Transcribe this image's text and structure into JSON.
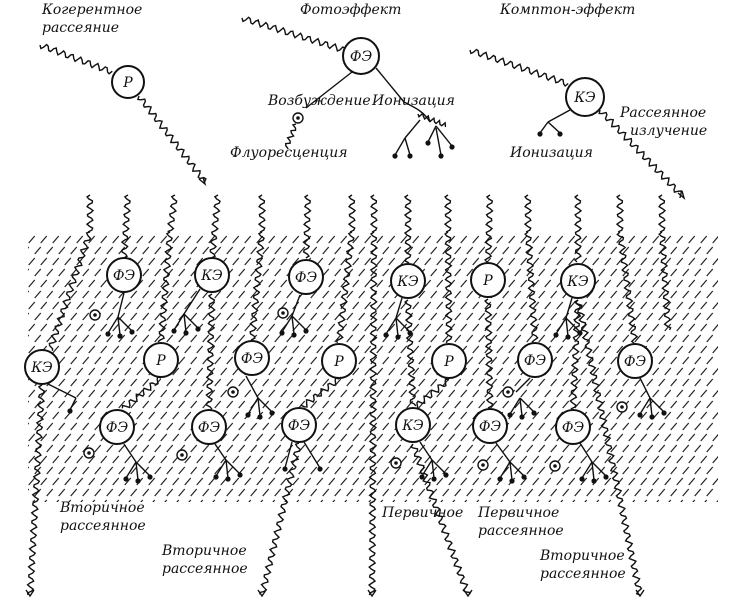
{
  "labels": {
    "coherent": [
      "Когерентное",
      "рассеяние"
    ],
    "photo_title": "Фотоэффект",
    "compton_title": "Комптон-эффект",
    "excitation": "Возбуждение",
    "ionization_1": "Ионизация",
    "fluorescence": "Флуоресценция",
    "ionization_2": "Ионизация",
    "scattered": [
      "Рассеянное",
      "излучение"
    ],
    "secondary_1": [
      "Вторичное",
      "рассеянное"
    ],
    "secondary_2": [
      "Вторичное",
      "рассеянное"
    ],
    "primary": "Первичное",
    "primary_scattered": [
      "Первичное",
      "рассеянное"
    ],
    "secondary_3": [
      "Вторичное",
      "рассеянное"
    ]
  },
  "node_types": {
    "P": "Р",
    "FE": "ФЭ",
    "KE": "КЭ"
  },
  "nodes_top": [
    {
      "id": "top-p",
      "type": "P"
    },
    {
      "id": "top-fe",
      "type": "FE"
    },
    {
      "id": "top-ke",
      "type": "KE"
    }
  ],
  "nodes_medium": [
    {
      "id": "m1",
      "type": "FE"
    },
    {
      "id": "m2",
      "type": "KE"
    },
    {
      "id": "m3",
      "type": "FE"
    },
    {
      "id": "m4",
      "type": "KE"
    },
    {
      "id": "m5",
      "type": "P"
    },
    {
      "id": "m6",
      "type": "KE"
    },
    {
      "id": "m7",
      "type": "KE"
    },
    {
      "id": "m8",
      "type": "P"
    },
    {
      "id": "m9",
      "type": "FE"
    },
    {
      "id": "m10",
      "type": "P"
    },
    {
      "id": "m11",
      "type": "P"
    },
    {
      "id": "m12",
      "type": "FE"
    },
    {
      "id": "m13",
      "type": "FE"
    },
    {
      "id": "m14",
      "type": "FE"
    },
    {
      "id": "m15",
      "type": "FE"
    },
    {
      "id": "m16",
      "type": "KE"
    },
    {
      "id": "m17",
      "type": "FE"
    },
    {
      "id": "m18",
      "type": "FE"
    },
    {
      "id": "m19",
      "type": "FE"
    }
  ]
}
